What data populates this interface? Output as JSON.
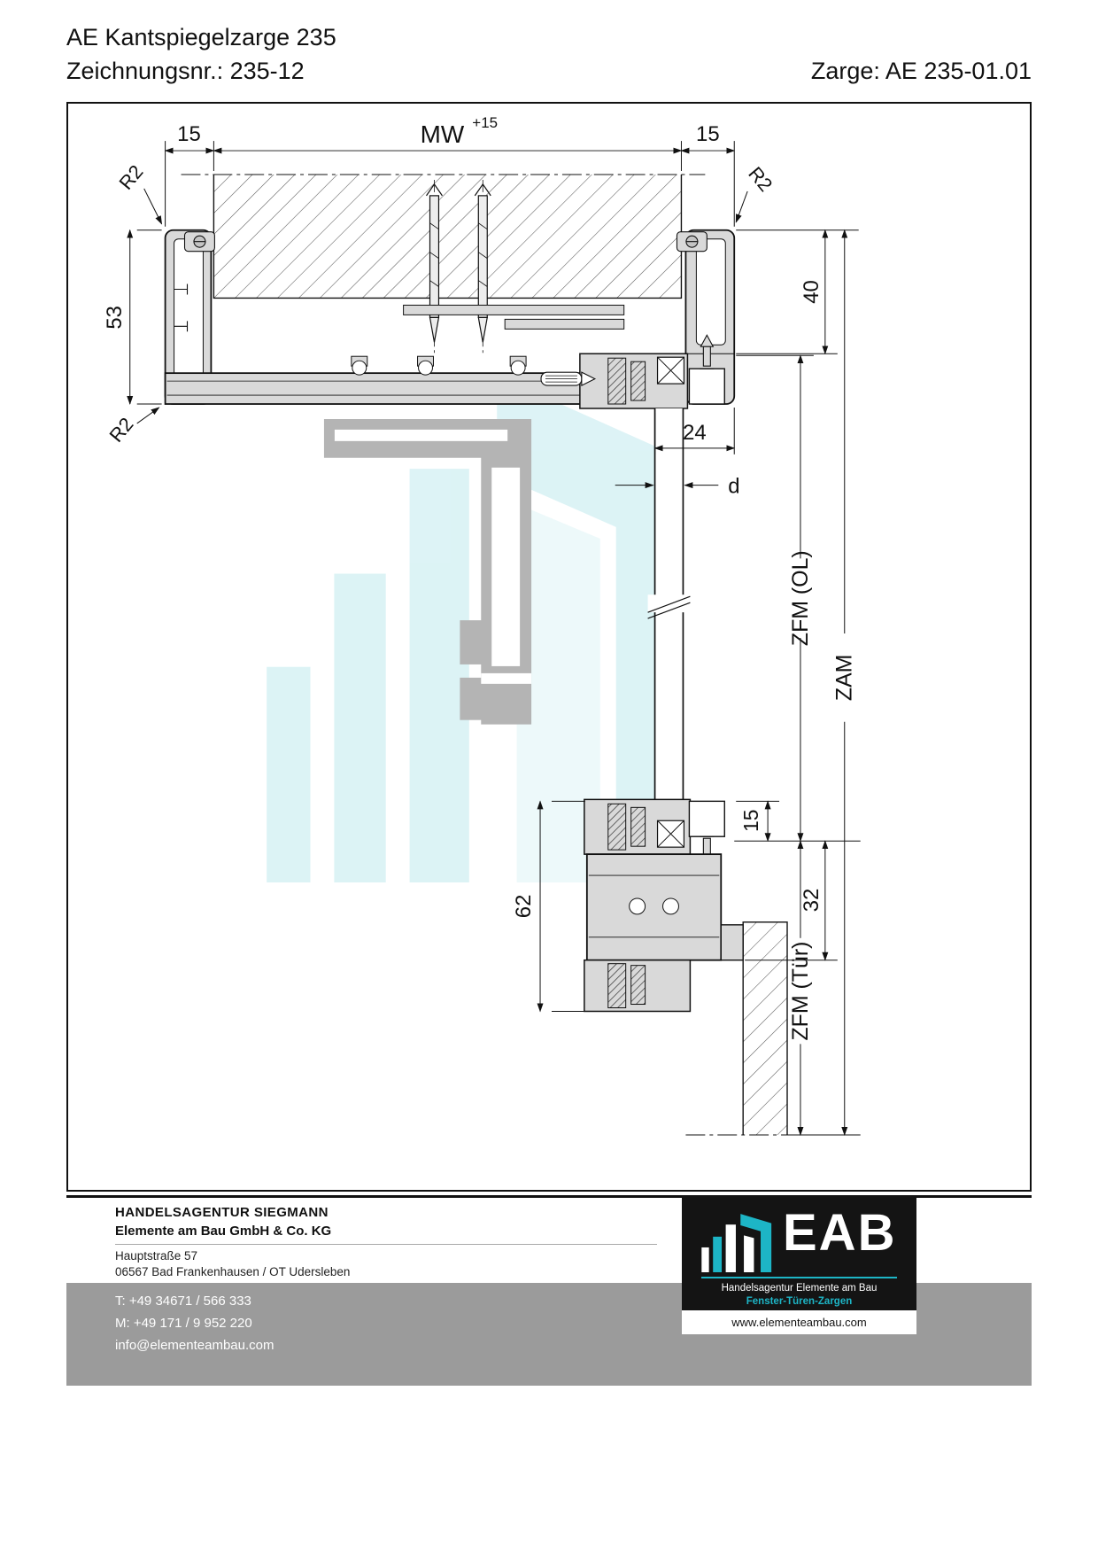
{
  "header": {
    "title": "AE Kantspiegelzarge 235",
    "drawing_number": "Zeichnungsnr.: 235-12",
    "zarge": "Zarge: AE 235-01.01"
  },
  "drawing": {
    "dimensions": {
      "offset_left": "15",
      "mw": "MW",
      "mw_tolerance": "+15",
      "offset_right": "15",
      "radius_top_left": "R2",
      "radius_top_right": "R2",
      "radius_bottom_left": "R2",
      "frame_height": "53",
      "top_rebate": "40",
      "rebate_width": "24",
      "panel_thickness": "d",
      "zfm_ol": "ZFM (OL)",
      "zam": "ZAM",
      "bottom_rebate": "15",
      "bottom_profile_height": "62",
      "floor_clearance": "32",
      "zfm_tuer": "ZFM (Tür)"
    }
  },
  "footer": {
    "agency": "HANDELSAGENTUR SIEGMANN",
    "company": "Elemente am Bau GmbH & Co. KG",
    "street": "Hauptstraße 57",
    "city": "06567 Bad Frankenhausen / OT Udersleben",
    "phone": "T: +49 34671 / 566 333",
    "mobile": "M: +49 171 / 9 952 220",
    "email": "info@elementeambau.com",
    "logo": {
      "acronym": "EAB",
      "subtitle": "Handelsagentur Elemente am Bau",
      "tagline": "Fenster-Türen-Zargen",
      "website": "www.elementeambau.com"
    }
  },
  "colors": {
    "accent_teal": "#1db5c6",
    "profile_fill": "#d9d9d9",
    "watermark_teal": "#d9eff3",
    "watermark_gray": "#b4b4b4",
    "footer_band": "#9b9b9b",
    "logo_box": "#141414"
  }
}
